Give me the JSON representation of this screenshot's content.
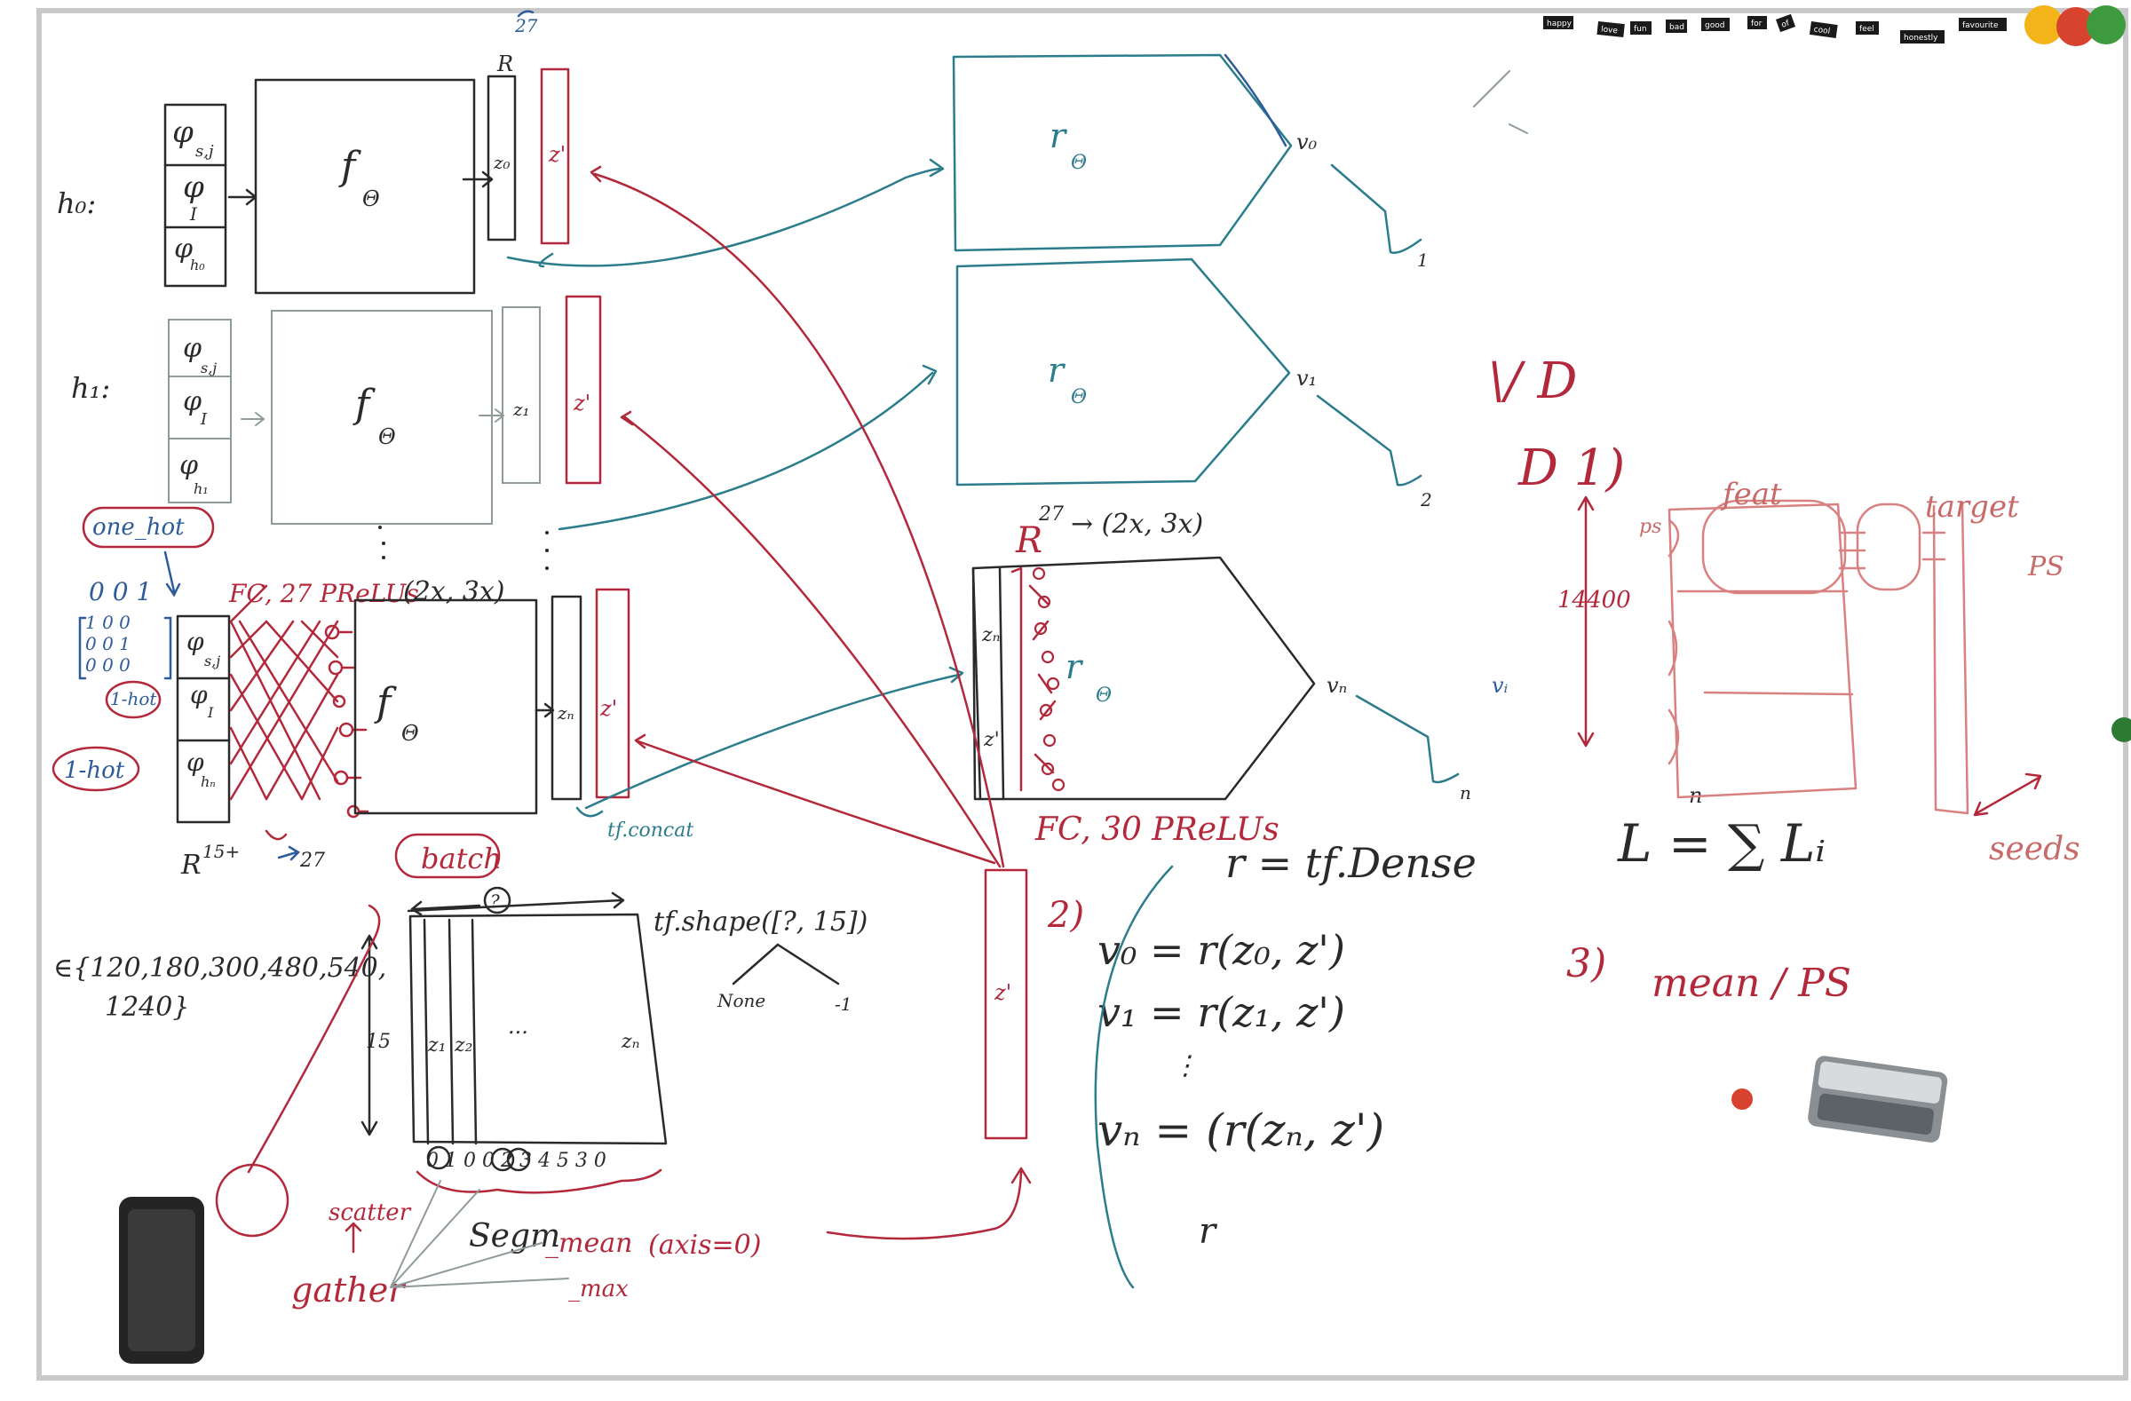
{
  "magnet_words": [
    "happy",
    "love",
    "fun",
    "bad",
    "good",
    "for",
    "of",
    "cool",
    "feel",
    "honestly",
    "favourite"
  ],
  "magnet_colors": [
    "#f2b418",
    "#d8432f",
    "#3e9a3e",
    "#2d7a35"
  ],
  "rows": {
    "h0": {
      "label": "h₀:",
      "phi_top": "φ",
      "phi_top_sub": "s,j",
      "phi_mid": "φ",
      "phi_mid_sub": "I",
      "phi_bot": "φ",
      "phi_bot_sub": "h₀",
      "f": "f",
      "f_sub": "Θ",
      "z": "z₀",
      "zp": "z'",
      "R": "R",
      "R_sup": "27"
    },
    "h1": {
      "label": "h₁:",
      "phi_top": "φ",
      "phi_top_sub": "s,j",
      "phi_mid": "φ",
      "phi_mid_sub": "I",
      "phi_bot": "φ",
      "phi_bot_sub": "h₁",
      "f": "f",
      "f_sub": "Θ",
      "z": "z₁",
      "zp": "z'"
    },
    "hn": {
      "phi_top": "φ",
      "phi_top_sub": "s,j",
      "phi_mid": "φ",
      "phi_mid_sub": "I",
      "phi_bot": "φ",
      "phi_bot_sub": "hₙ",
      "f": "f",
      "f_sub": "Θ",
      "z": "zₙ",
      "zp": "z'",
      "fc_label": "FC, 27 PReLUs",
      "fc_shape": "(2x, 3x)",
      "input_dim": "R",
      "input_dim_sup": "15+",
      "output_dim": "27",
      "concat": "tf.concat"
    }
  },
  "one_hot": {
    "label": "one_hot",
    "header": "0 0 1",
    "matrix": [
      "1 0 0",
      "0 0 1",
      "0 0 0"
    ],
    "hot1": "1-hot",
    "hot2": "1-hot"
  },
  "batch": {
    "label": "batch",
    "q": "?",
    "shape_call": "tf.shape([?, 15])",
    "none": "None",
    "minus1": "-1",
    "set": "∈{120,180,300,480,540,",
    "set2": "1240}",
    "dim15": "15",
    "cols": [
      "z₁",
      "z₂",
      "...",
      "zₙ"
    ],
    "indices": "0 1 0 0 2 3 4 5 3 0",
    "scatter": "scatter",
    "gather": "gather",
    "segm": "Segm",
    "mean": "_mean",
    "axis": "(axis=0)",
    "max": "_max"
  },
  "r_blocks": [
    {
      "label": "r",
      "sub": "Θ",
      "v": "v₀",
      "L": "L",
      "L_sub": "1"
    },
    {
      "label": "r",
      "sub": "Θ",
      "v": "v₁",
      "L": "L",
      "L_sub": "2"
    },
    {
      "label": "r",
      "sub": "Θ",
      "v": "vₙ",
      "L": "L",
      "L_sub": "n"
    }
  ],
  "middle": {
    "R": "R",
    "R_sup": "27",
    "shape": "→ (2x, 3x)",
    "fc": "FC, 30 PReLUs",
    "zn": "zₙ",
    "zp": "z'",
    "zp_col": "z'"
  },
  "equations": {
    "dense": "r = tf.Dense",
    "num2": "2)",
    "v0": "v₀ = r(z₀, z')",
    "v1": "v₁ = r(z₁, z')",
    "vdots": "⋮",
    "vn": "vₙ = (r(zₙ, z')",
    "r_alone": "r",
    "sum": "L = ∑ Lᵢ",
    "sum_top": "n",
    "num3": "3)",
    "mean_ps": "mean / PS"
  },
  "right": {
    "d0": "\\/ D",
    "d1": "D 1)",
    "n14400": "14400",
    "feat": "feat",
    "target": "target",
    "ps_left": "ps",
    "ps_right": "PS",
    "seeds": "seeds",
    "v_i": "vᵢ"
  }
}
